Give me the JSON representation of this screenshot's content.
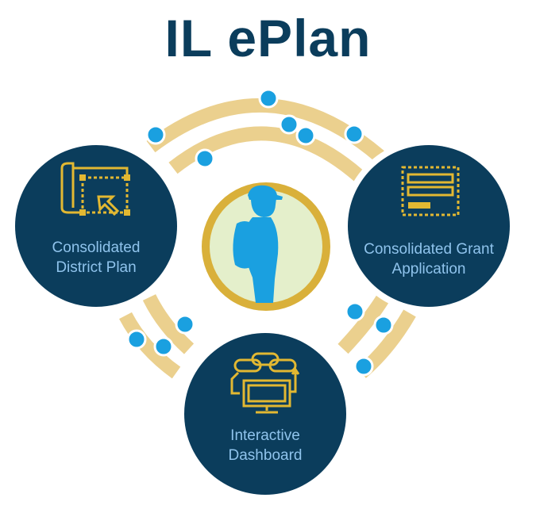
{
  "title": "IL ePlan",
  "colors": {
    "title": "#0b3d5c",
    "node_fill": "#0b3d5c",
    "node_ring": "#ffffff",
    "arc": "#ebd08e",
    "dot": "#1aa0e0",
    "icon": "#e2b832",
    "label": "#8fc3ec",
    "center_ring": "#d9b03a",
    "center_fill": "#e4efcb",
    "silhouette": "#1aa0e0"
  },
  "nodes": [
    {
      "id": "district-plan",
      "label_line1": "Consolidated",
      "label_line2": "District Plan",
      "icon": "blueprint-edit-icon"
    },
    {
      "id": "grant-application",
      "label_line1": "Consolidated Grant",
      "label_line2": "Application",
      "icon": "form-document-icon"
    },
    {
      "id": "dashboard",
      "label_line1": "Interactive",
      "label_line2": "Dashboard",
      "icon": "linked-monitor-icon"
    }
  ],
  "center": {
    "icon": "student-backpack-silhouette-icon"
  }
}
